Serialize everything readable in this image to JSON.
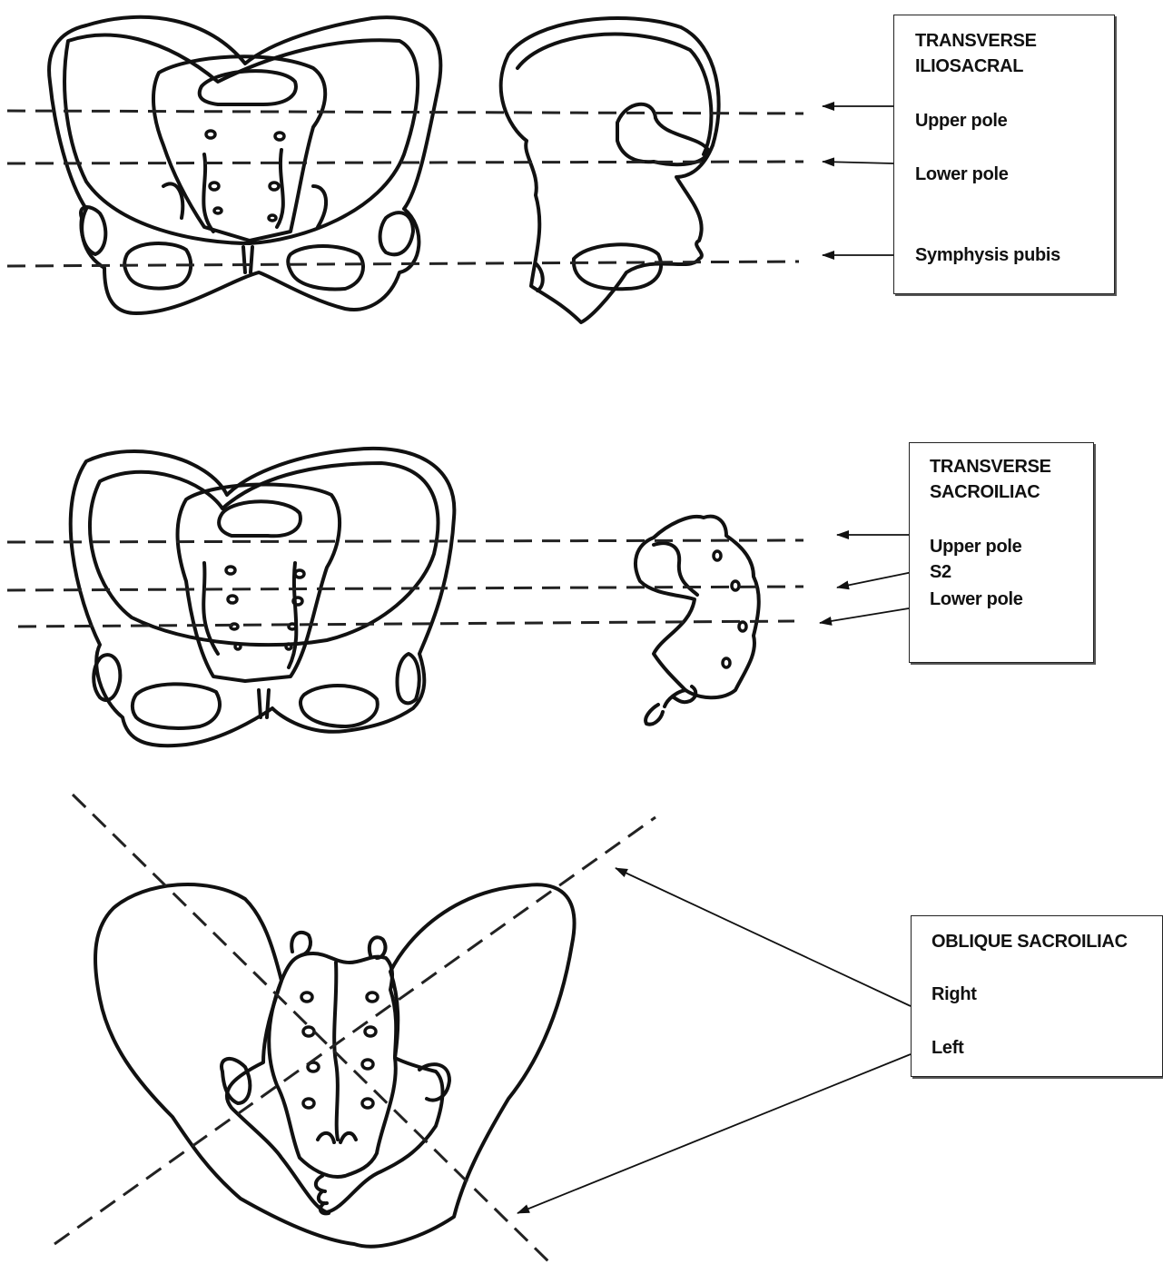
{
  "panel_transverse_iliosacral": {
    "title_line1": "TRANSVERSE",
    "title_line2": "ILIOSACRAL",
    "upper_pole": "Upper pole",
    "lower_pole": "Lower pole",
    "symphysis_pubis": "Symphysis pubis"
  },
  "panel_transverse_sacroiliac": {
    "title_line1": "TRANSVERSE",
    "title_line2": "SACROILIAC",
    "upper_pole": "Upper pole",
    "s2": "S2",
    "lower_pole": "Lower pole"
  },
  "panel_oblique_sacroiliac": {
    "title": "OBLIQUE SACROILIAC",
    "right": "Right",
    "left": "Left"
  }
}
